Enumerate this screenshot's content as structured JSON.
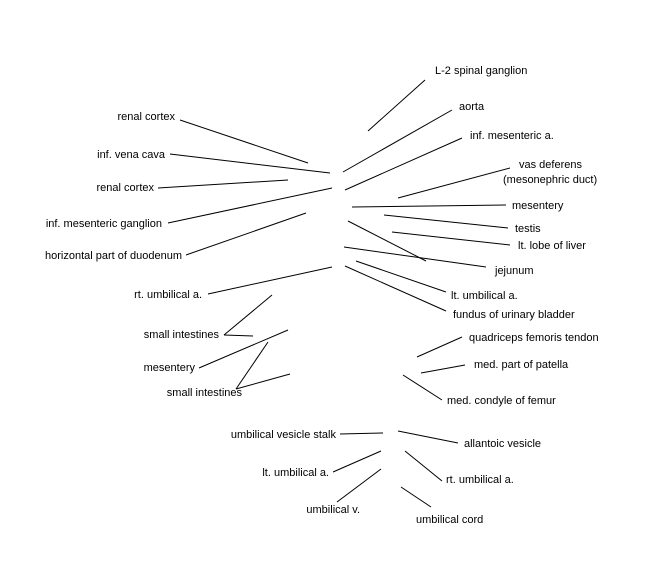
{
  "labels": {
    "l2_spinal_ganglion": "L-2 spinal ganglion",
    "aorta": "aorta",
    "inf_mesenteric_a": "inf. mesenteric a.",
    "vas_deferens": "vas deferens",
    "mesonephric_duct": "(mesonephric duct)",
    "mesentery_right": "mesentery",
    "testis": "testis",
    "lt_lobe_of_liver": "lt. lobe of liver",
    "jejunum": "jejunum",
    "lt_umbilical_a_upper": "lt. umbilical a.",
    "fundus_of_urinary_bladder": "fundus of urinary bladder",
    "quadriceps_femoris_tendon": "quadriceps femoris tendon",
    "med_part_of_patella": "med. part of patella",
    "med_condyle_of_femur": "med. condyle of femur",
    "allantoic_vesicle": "allantoic vesicle",
    "rt_umbilical_a_lower": "rt. umbilical a.",
    "umbilical_cord": "umbilical cord",
    "renal_cortex_upper": "renal cortex",
    "inf_vena_cava": "inf. vena cava",
    "renal_cortex_lower": "renal cortex",
    "inf_mesenteric_ganglion": "inf. mesenteric ganglion",
    "horizontal_part_of_duodenum": "horizontal part of duodenum",
    "rt_umbilical_a_upper": "rt. umbilical a.",
    "small_intestines_upper": "small intestines",
    "mesentery_left": "mesentery",
    "small_intestines_lower": "small intestines",
    "umbilical_vesicle_stalk": "umbilical vesicle stalk",
    "lt_umbilical_a_lower": "lt. umbilical a.",
    "umbilical_v": "umbilical v."
  }
}
